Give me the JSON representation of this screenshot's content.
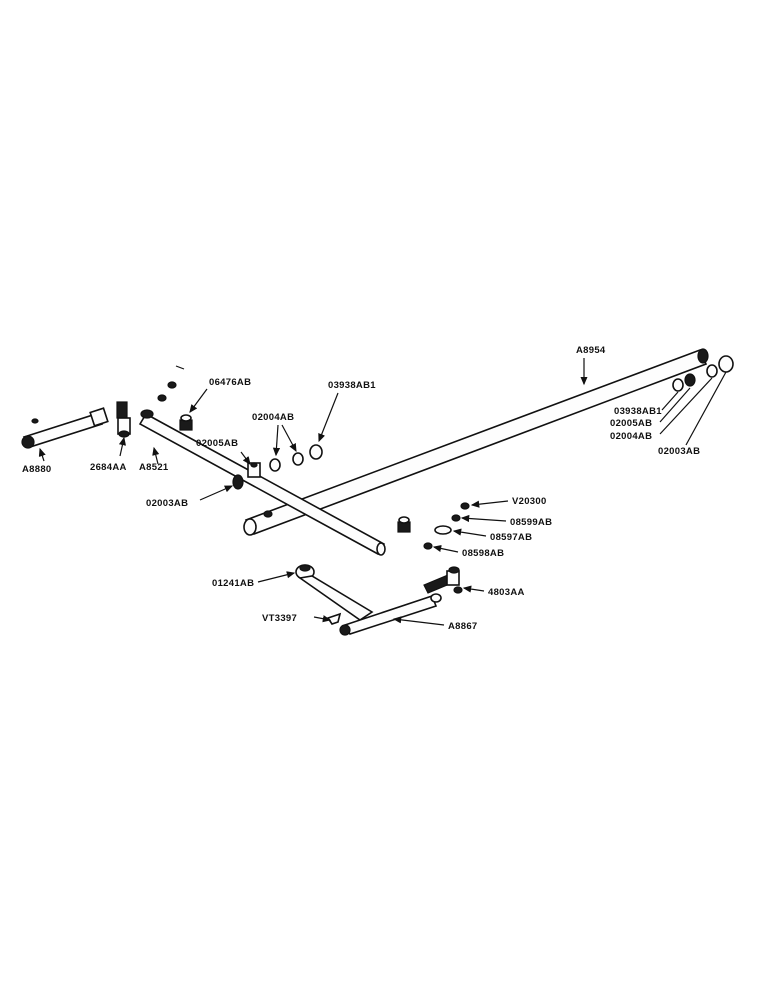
{
  "diagram": {
    "labels": {
      "a8954": "A8954",
      "a8880": "A8880",
      "p2684aa": "2684AA",
      "a8521": "A8521",
      "p06476ab": "06476AB",
      "p02005ab_left": "02005AB",
      "p02003ab_left": "02003AB",
      "p02004ab_mid": "02004AB",
      "p03938ab1_mid": "03938AB1",
      "p03938ab1_right": "03938AB1",
      "p02005ab_right": "02005AB",
      "p02004ab_right": "02004AB",
      "p02003ab_right": "02003AB",
      "v20300": "V20300",
      "p08599ab": "08599AB",
      "p08597ab": "08597AB",
      "p08598ab": "08598AB",
      "p01241ab": "01241AB",
      "p4803aa": "4803AA",
      "vt3397": "VT3397",
      "a8867": "A8867"
    }
  }
}
